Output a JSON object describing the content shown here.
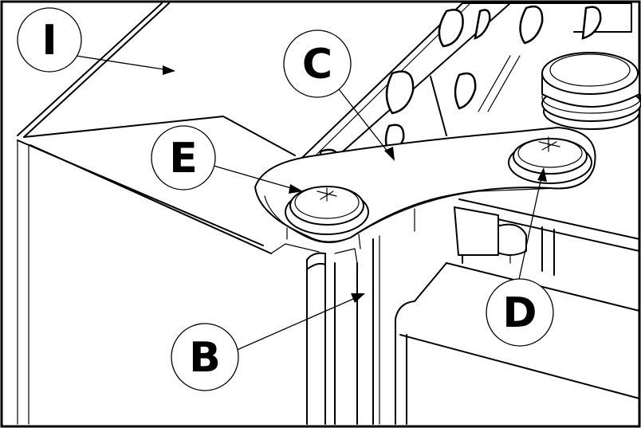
{
  "callouts": {
    "I": "I",
    "C": "C",
    "E": "E",
    "D": "D",
    "B": "B"
  }
}
